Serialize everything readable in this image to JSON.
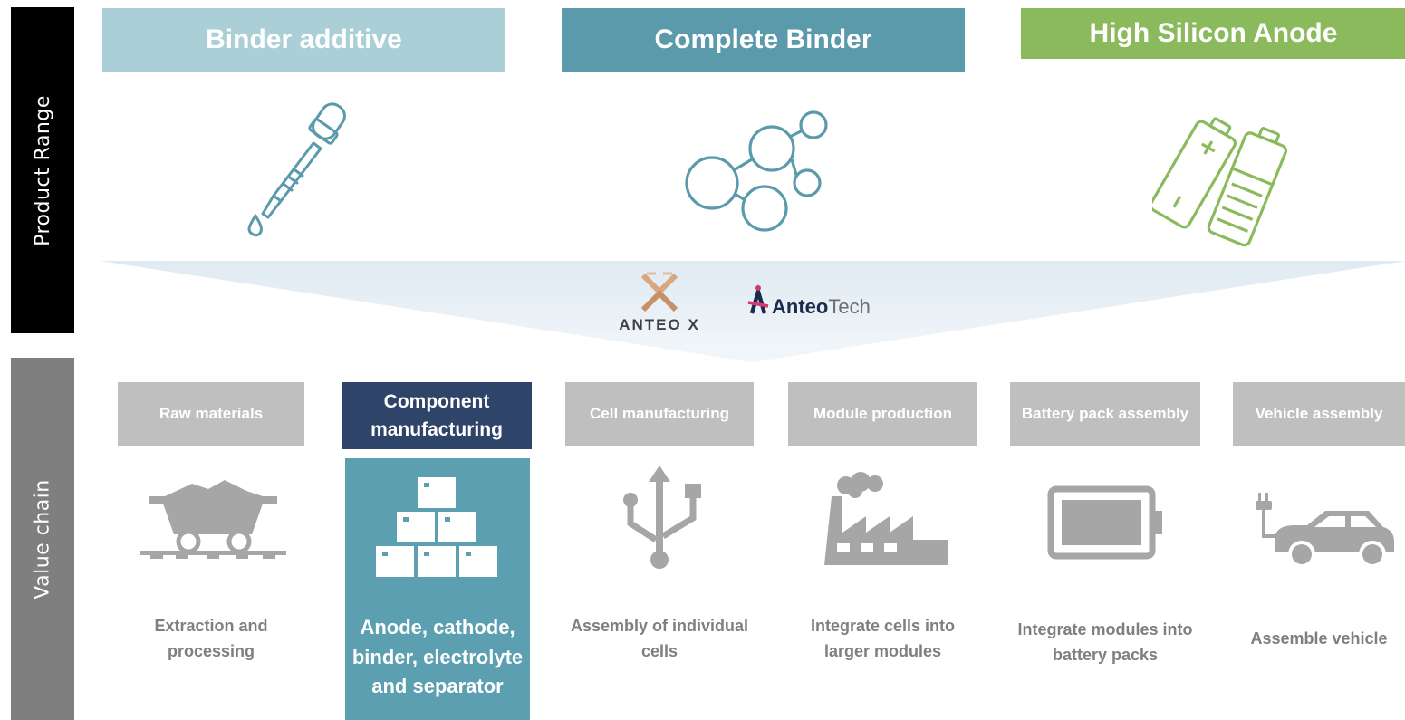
{
  "side_labels": {
    "product_range": "Product Range",
    "value_chain": "Value chain"
  },
  "product_range": [
    {
      "label": "Binder additive",
      "color": "#abcfd7",
      "icon": "dropper-icon"
    },
    {
      "label": "Complete Binder",
      "color": "#5a9aab",
      "icon": "molecule-icon"
    },
    {
      "label": "High Silicon Anode",
      "color": "#8aba5c",
      "icon": "battery-icon"
    }
  ],
  "logos": {
    "anteox": "ANTEO X",
    "anteotech_prefix": "Anteo",
    "anteotech_suffix": "Tech"
  },
  "value_chain": [
    {
      "header": "Raw materials",
      "description": "Extraction and processing",
      "icon": "mine-cart-icon",
      "active": false
    },
    {
      "header": "Component manufacturing",
      "description": "Anode, cathode, binder, electrolyte and separator",
      "icon": "boxes-icon",
      "active": true
    },
    {
      "header": "Cell manufacturing",
      "description": "Assembly of individual cells",
      "icon": "usb-icon",
      "active": false
    },
    {
      "header": "Module production",
      "description": "Integrate cells into larger modules",
      "icon": "factory-icon",
      "active": false
    },
    {
      "header": "Battery pack assembly",
      "description": "Integrate modules into battery packs",
      "icon": "battery-pack-icon",
      "active": false
    },
    {
      "header": "Vehicle assembly",
      "description": "Assemble vehicle",
      "icon": "electric-car-icon",
      "active": false
    }
  ],
  "colors": {
    "active_header": "#2e4469",
    "active_panel": "#5b9fb0",
    "inactive_header": "#bfbfbf",
    "inactive_icon": "#a6a6a6",
    "funnel": "#e6eff5"
  }
}
